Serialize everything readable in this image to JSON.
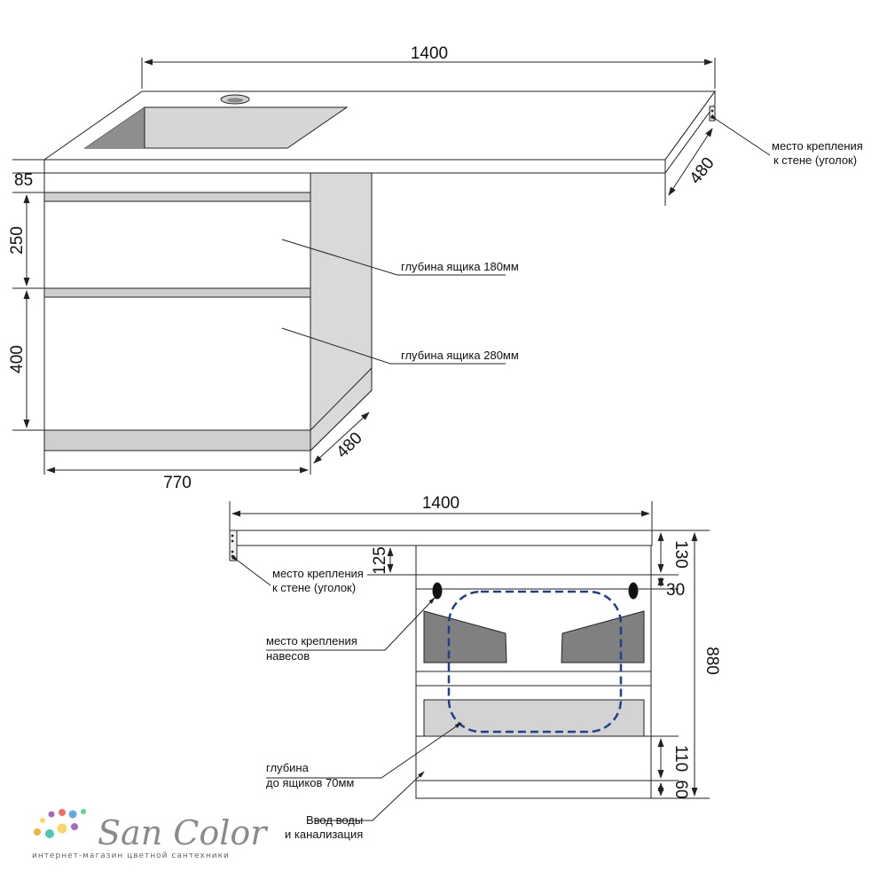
{
  "top_view": {
    "dims": {
      "width": "1400",
      "height_top": "85",
      "drawer_upper": "250",
      "drawer_lower": "400",
      "cabinet_width": "770",
      "depth_side": "480",
      "depth_top": "480"
    },
    "labels": {
      "drawer_upper_depth": "глубина ящика 180мм",
      "drawer_lower_depth": "глубина ящика 280мм",
      "wall_mount_line1": "место крепления",
      "wall_mount_line2": "к стене (уголок)"
    }
  },
  "rear_view": {
    "dims": {
      "width": "1400",
      "top_offset": "125",
      "top_right": "130",
      "hinge_offset": "30",
      "total_height": "880",
      "bottom_gap": "110",
      "base": "60"
    },
    "labels": {
      "wall_mount_line1": "место крепления",
      "wall_mount_line2": "к стене (уголок)",
      "hinges_line1": "место крепления",
      "hinges_line2": "навесов",
      "depth_line1": "глубина",
      "depth_line2": "до ящиков 70мм",
      "inlet_line1": "Ввод воды",
      "inlet_line2": "и канализация"
    }
  },
  "logo": {
    "name": "San Color",
    "tagline": "интернет-магазин цветной сантехники",
    "colors": [
      "#f4d03f",
      "#8e44ad",
      "#e74c3c",
      "#3498db",
      "#2ecc71",
      "#f39c12",
      "#1abc9c"
    ]
  }
}
